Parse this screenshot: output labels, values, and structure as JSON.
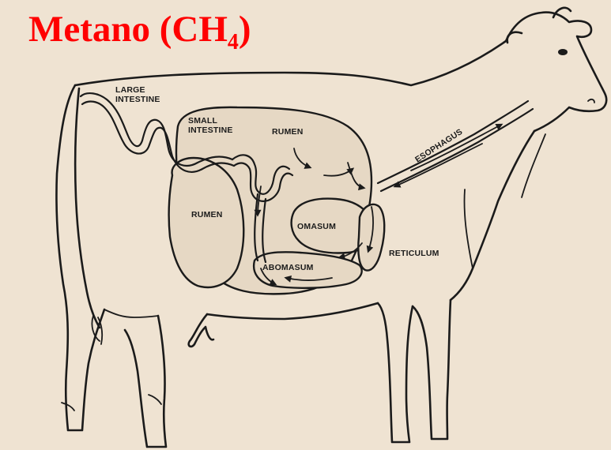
{
  "title": {
    "prefix": "Metano (CH",
    "subscript": "4",
    "suffix": ")",
    "color": "#ff0000"
  },
  "diagram": {
    "background": "#efe3d2",
    "line_color": "#1b1b1b",
    "labels": {
      "large_intestine_1": "LARGE",
      "large_intestine_2": "INTESTINE",
      "small_intestine_1": "SMALL",
      "small_intestine_2": "INTESTINE",
      "rumen_upper": "RUMEN",
      "rumen_lower": "RUMEN",
      "omasum": "OMASUM",
      "abomasum": "ABOMASUM",
      "reticulum": "RETICULUM",
      "esophagus": "ESOPHAGUS"
    }
  }
}
